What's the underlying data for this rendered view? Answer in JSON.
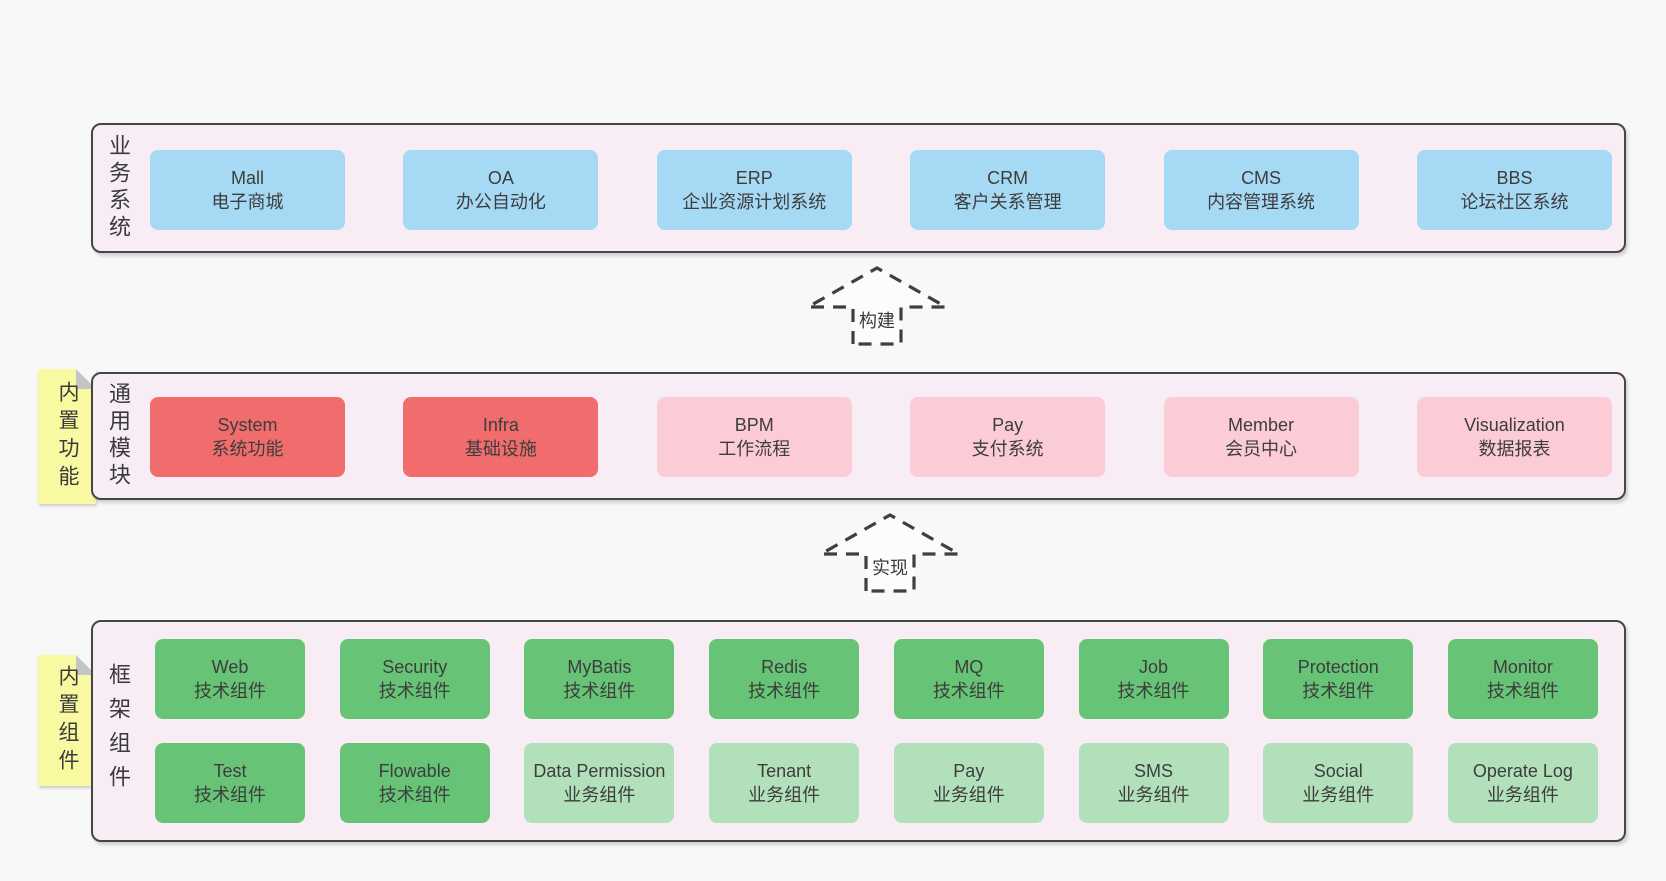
{
  "diagram": {
    "colors": {
      "page_bg": "#f8f8f8",
      "band_bg": "#f8edf5",
      "band_border": "#464646",
      "blue_box": "#a6d9f4",
      "red_box": "#f16c6c",
      "pink_box": "#fbccd5",
      "green_box": "#67c476",
      "light_green_box": "#b2e0ba",
      "sticky_yellow": "#f9f9a1",
      "sticky_fold": "#c5c5c5",
      "text": "#3d3d3d"
    },
    "arrows": {
      "build": "构建",
      "implement": "实现"
    },
    "stickies": {
      "modules": "内置功能",
      "components": "内置组件"
    },
    "bands": {
      "business": {
        "label": "业务系统",
        "boxes": [
          {
            "en": "Mall",
            "cn": "电子商城"
          },
          {
            "en": "OA",
            "cn": "办公自动化"
          },
          {
            "en": "ERP",
            "cn": "企业资源计划系统"
          },
          {
            "en": "CRM",
            "cn": "客户关系管理"
          },
          {
            "en": "CMS",
            "cn": "内容管理系统"
          },
          {
            "en": "BBS",
            "cn": "论坛社区系统"
          }
        ]
      },
      "modules": {
        "label": "通用模块",
        "boxes": [
          {
            "en": "System",
            "cn": "系统功能"
          },
          {
            "en": "Infra",
            "cn": "基础设施"
          },
          {
            "en": "BPM",
            "cn": "工作流程"
          },
          {
            "en": "Pay",
            "cn": "支付系统"
          },
          {
            "en": "Member",
            "cn": "会员中心"
          },
          {
            "en": "Visualization",
            "cn": "数据报表"
          }
        ]
      },
      "components": {
        "label": "框架组件",
        "rows": [
          [
            {
              "en": "Web",
              "cn": "技术组件"
            },
            {
              "en": "Security",
              "cn": "技术组件"
            },
            {
              "en": "MyBatis",
              "cn": "技术组件"
            },
            {
              "en": "Redis",
              "cn": "技术组件"
            },
            {
              "en": "MQ",
              "cn": "技术组件"
            },
            {
              "en": "Job",
              "cn": "技术组件"
            },
            {
              "en": "Protection",
              "cn": "技术组件"
            },
            {
              "en": "Monitor",
              "cn": "技术组件"
            }
          ],
          [
            {
              "en": "Test",
              "cn": "技术组件"
            },
            {
              "en": "Flowable",
              "cn": "技术组件"
            },
            {
              "en": "Data Permission",
              "cn": "业务组件"
            },
            {
              "en": "Tenant",
              "cn": "业务组件"
            },
            {
              "en": "Pay",
              "cn": "业务组件"
            },
            {
              "en": "SMS",
              "cn": "业务组件"
            },
            {
              "en": "Social",
              "cn": "业务组件"
            },
            {
              "en": "Operate Log",
              "cn": "业务组件"
            }
          ]
        ]
      }
    }
  }
}
